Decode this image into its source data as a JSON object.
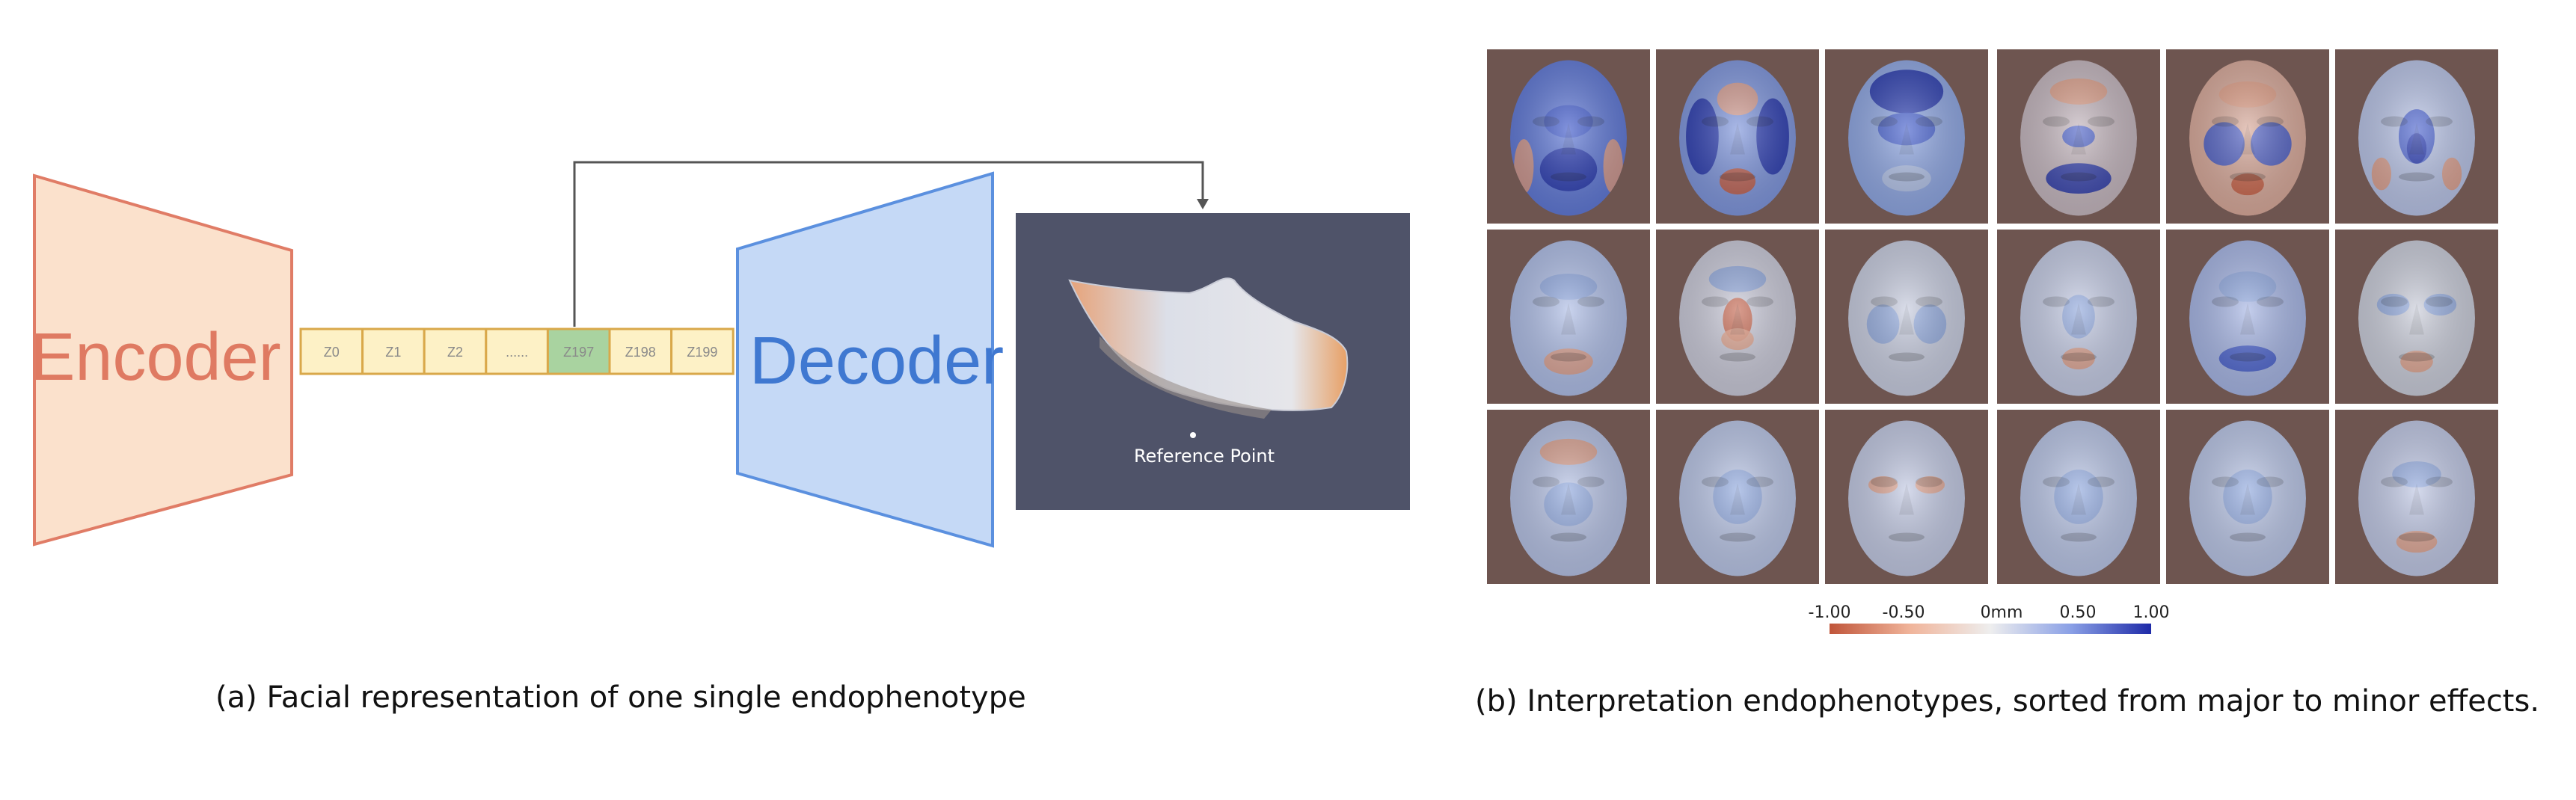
{
  "panel_a": {
    "encoder_label": "Encoder",
    "decoder_label": "Decoder",
    "latent_cells": [
      "Z0",
      "Z1",
      "Z2",
      "......",
      "Z197",
      "Z198",
      "Z199"
    ],
    "highlighted_cell": "Z197",
    "reference_label": "Reference Point",
    "caption": "(a) Facial representation of one single endophenotype"
  },
  "panel_b": {
    "colorbar_ticks": [
      "-1.00",
      "-0.50",
      "0mm",
      "0.50",
      "1.00"
    ],
    "caption": "(b) Interpretation endophenotypes, sorted from major to minor effects.",
    "face_tile_background": "#6e5550",
    "faces": [
      [
        "strong-blue-lower",
        "strong-blue-sides-red-mouth",
        "strong-blue-top",
        "blue-mouth-red-forehead",
        "red-brow-blue-cheeks",
        "blue-nose-center"
      ],
      [
        "light-blue-mixed",
        "red-nose",
        "light-mixed",
        "light-blue-nose",
        "blue-lower-lip",
        "neutral-blue-eyes"
      ],
      [
        "light-blue-forehead",
        "light-blue",
        "red-eyes-faint",
        "light-blue",
        "light-blue",
        "light-red-chin"
      ]
    ]
  },
  "colors": {
    "encoder_fill": "#fbe1cc",
    "encoder_stroke": "#e07c66",
    "encoder_text": "#df7a62",
    "decoder_fill": "#c5d9f6",
    "decoder_stroke": "#5b90df",
    "decoder_text": "#3f78d1",
    "latent_fill": "#fdf1c6",
    "latent_stroke": "#d9a84a",
    "latent_highlight": "#a9d3a0",
    "viewer_bg": "#4f5369",
    "colorbar_neg": "#c0553a",
    "colorbar_mid": "#e8e8e8",
    "colorbar_pos": "#1e2aa8"
  }
}
